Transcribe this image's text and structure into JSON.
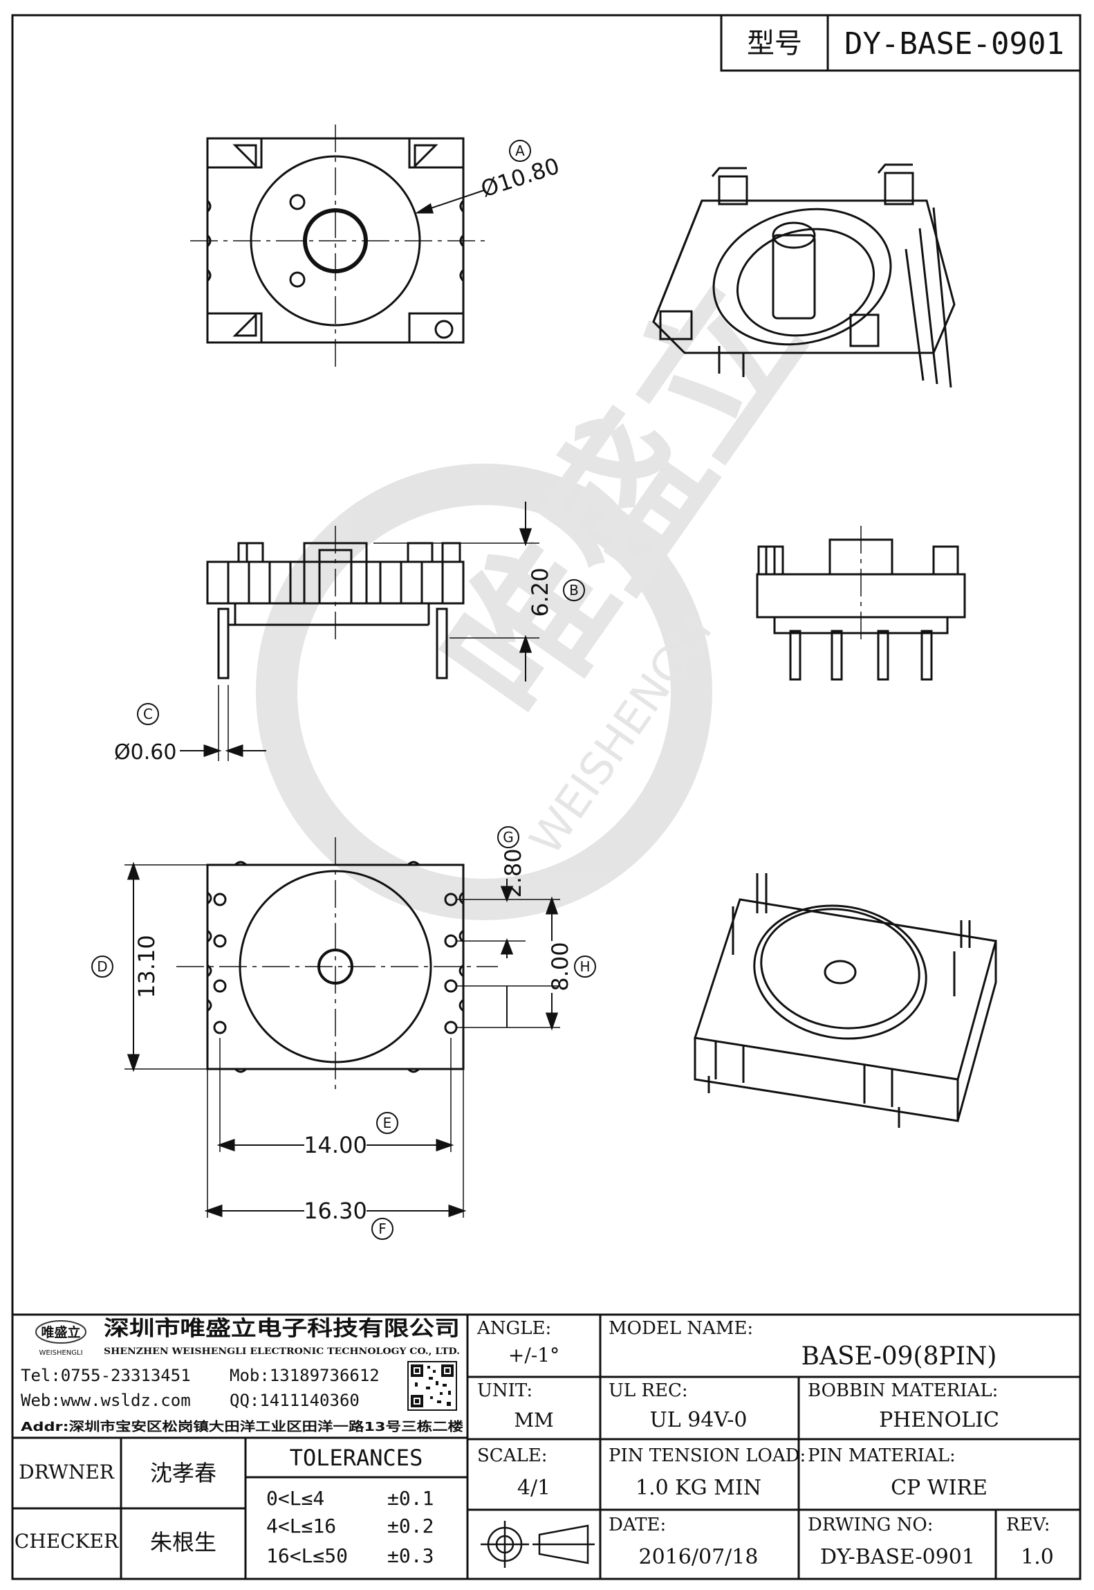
{
  "header": {
    "type_label": "型号",
    "model_code": "DY-BASE-0901"
  },
  "top_view": {
    "circle_label": "A",
    "diameter": "Ø10.80"
  },
  "side_view": {
    "height_label": "B",
    "height": "6.20",
    "pin_label": "C",
    "pin_diameter": "Ø0.60"
  },
  "bottom_view": {
    "d_label": "D",
    "d_value": "13.10",
    "e_label": "E",
    "e_value": "14.00",
    "f_label": "F",
    "f_value": "16.30",
    "g_label": "G",
    "g_value": "2.80",
    "h_label": "H",
    "h_value": "8.00"
  },
  "watermark": {
    "cn": "唯盛立",
    "en": "WEISHENGLI"
  },
  "company": {
    "logo_cn": "唯盛立",
    "logo_en": "WEISHENGLI",
    "name_cn": "深圳市唯盛立电子科技有限公司",
    "name_en": "SHENZHEN WEISHENGLI ELECTRONIC TECHNOLOGY CO., LTD.",
    "tel": "Tel:0755-23313451",
    "mob": "Mob:13189736612",
    "web": "Web:www.wsldz.com",
    "qq": "QQ:1411140360",
    "addr": "Addr:深圳市宝安区松岗镇大田洋工业区田洋一路13号三栋二楼"
  },
  "people": {
    "drawer_label": "DRWNER",
    "drawer_name": "沈孝春",
    "checker_label": "CHECKER",
    "checker_name": "朱根生"
  },
  "tolerances": {
    "title": "TOLERANCES",
    "rows": [
      {
        "range": "0<L≤4",
        "value": "±0.1"
      },
      {
        "range": "4<L≤16",
        "value": "±0.2"
      },
      {
        "range": "16<L≤50",
        "value": "±0.3"
      }
    ]
  },
  "title_block": {
    "angle_label": "ANGLE:",
    "angle_value": "+/-1°",
    "model_name_label": "MODEL NAME:",
    "model_name_value": "BASE-09(8PIN)",
    "unit_label": "UNIT:",
    "unit_value": "MM",
    "ul_label": "UL REC:",
    "ul_value": "UL 94V-0",
    "bobbin_label": "BOBBIN MATERIAL:",
    "bobbin_value": "PHENOLIC",
    "scale_label": "SCALE:",
    "scale_value": "4/1",
    "pin_tension_label": "PIN TENSION LOAD:",
    "pin_tension_value": "1.0 KG MIN",
    "pin_material_label": "PIN MATERIAL:",
    "pin_material_value": "CP WIRE",
    "date_label": "DATE:",
    "date_value": "2016/07/18",
    "drawing_no_label": "DRWING NO:",
    "drawing_no_value": "DY-BASE-0901",
    "rev_label": "REV:",
    "rev_value": "1.0"
  }
}
